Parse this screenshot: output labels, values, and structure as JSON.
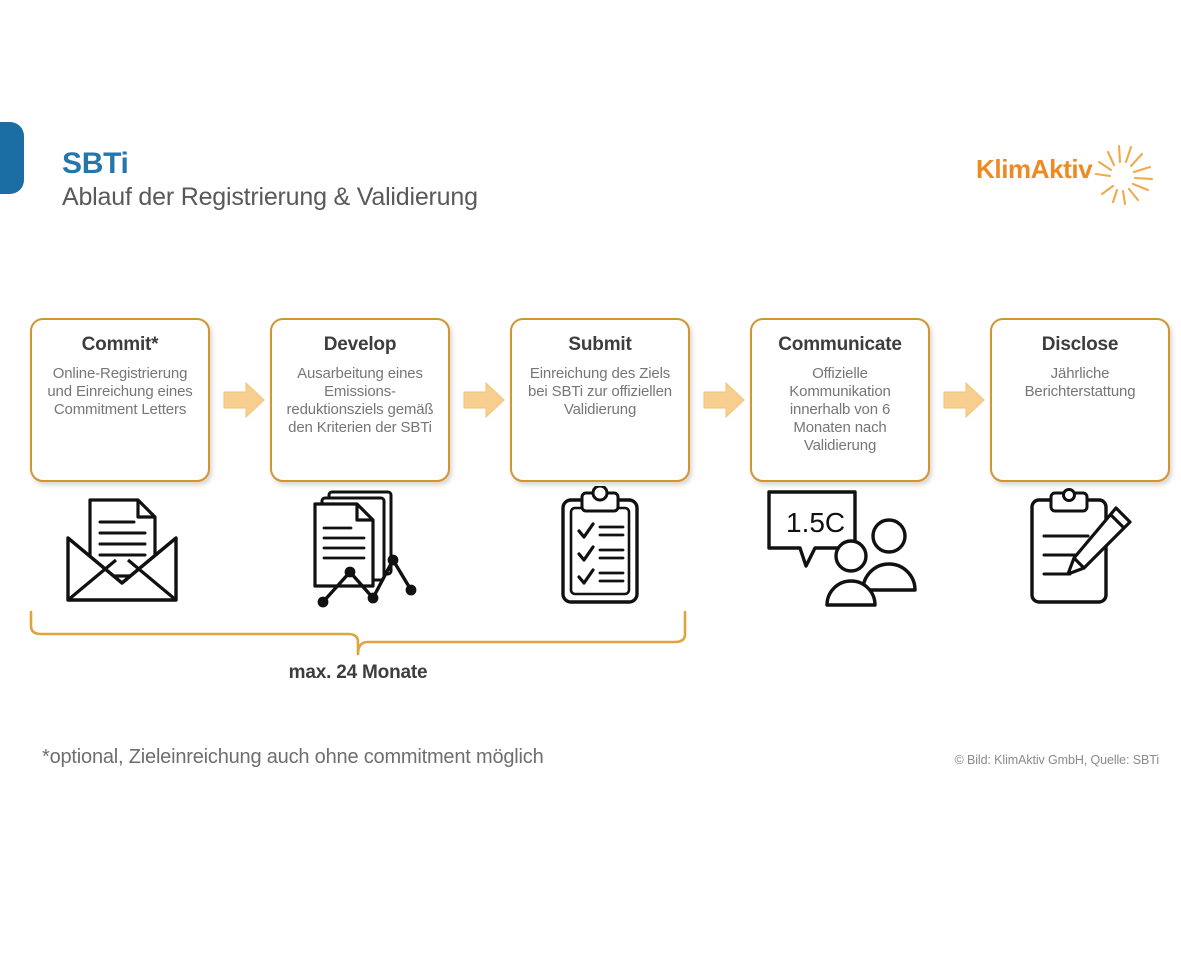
{
  "header": {
    "brand": "SBTi",
    "subtitle": "Ablauf der Registrierung & Validierung",
    "tab_icon": "blue-tab-marker",
    "brand_color": "#2577ab",
    "subtitle_color": "#595959"
  },
  "logo": {
    "wordmark": "KlimAktiv",
    "color": "#ef8a22",
    "rays_icon": "sunburst-rays-icon"
  },
  "flow": {
    "border_color": "#d2962c",
    "arrow_color": "#f8cd8f",
    "arrow_icon": "right-arrow-icon",
    "steps": [
      {
        "title": "Commit*",
        "description": "Online-Registrierung und Einreichung eines Commitment Letters",
        "icon": "envelope-letter-icon"
      },
      {
        "title": "Develop",
        "description": "Ausarbeitung eines Emissions-reduktionsziels gemäß den Kriterien der SBTi",
        "icon": "documents-chart-icon"
      },
      {
        "title": "Submit",
        "description": "Einreichung des Ziels bei SBTi zur offiziellen Validierung",
        "icon": "clipboard-checklist-icon"
      },
      {
        "title": "Communicate",
        "description": "Offizielle Kommunikation innerhalb von 6 Monaten nach Validierung",
        "icon": "speech-bubble-people-icon",
        "icon_label": "1.5C"
      },
      {
        "title": "Disclose",
        "description": "Jährliche Berichterstattung",
        "icon": "clipboard-pencil-icon"
      }
    ]
  },
  "duration": {
    "label": "max. 24 Monate",
    "brace_icon": "curly-brace-icon",
    "brace_color": "#e0a33f"
  },
  "footnote": "*optional, Zieleinreichung auch ohne commitment möglich",
  "copyright": "© Bild: KlimAktiv GmbH, Quelle: SBTi"
}
